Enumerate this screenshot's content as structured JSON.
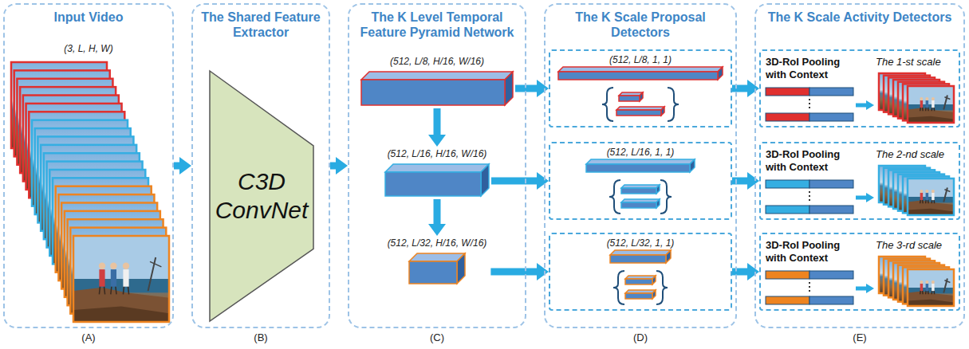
{
  "diagram": {
    "nodes": [
      {
        "text": [
          "Input Video"
        ]
      },
      {
        "text": [
          "The Shared Feature Extractor"
        ]
      },
      {
        "text": [
          "C3D ConvNet"
        ],
        "in": 1
      },
      {
        "text": [
          "The K Level Temporal Feature Pyramid Network"
        ]
      },
      {
        "text": [
          "(512, L/8, H/16, W/16)"
        ],
        "in": 3
      },
      {
        "text": [
          "(512, L/16, H/16, W/16)"
        ],
        "in": 3
      },
      {
        "text": [
          "(512, L/32, H/16, W/16)"
        ],
        "in": 3
      },
      {
        "text": [
          "The K Scale Proposal Detectors"
        ]
      },
      {
        "text": [
          "(512, L/8, 1, 1)"
        ],
        "in": 7
      },
      {
        "text": [
          "(512, L/16, 1, 1)"
        ],
        "in": 7
      },
      {
        "text": [
          "(512, L/32, 1, 1)"
        ],
        "in": 7
      },
      {
        "text": [
          "The K Scale Activity Detectors"
        ]
      },
      {
        "text": [
          "3D-RoI Pooling with Context",
          "The 1-st scale"
        ],
        "in": 11
      },
      {
        "text": [
          "3D-RoI Pooling with Context",
          "The 2-nd scale"
        ],
        "in": 11
      },
      {
        "text": [
          "3D-RoI Pooling with Context",
          "The 3-rd scale"
        ],
        "in": 11
      }
    ],
    "edges": [
      {
        "from": 0,
        "to": 1,
        "arrow": "to"
      },
      {
        "from": 1,
        "to": 3,
        "arrow": "to"
      },
      {
        "from": 4,
        "to": 5,
        "arrow": "to"
      },
      {
        "from": 5,
        "to": 6,
        "arrow": "to"
      },
      {
        "from": 4,
        "to": 8,
        "arrow": "to"
      },
      {
        "from": 5,
        "to": 9,
        "arrow": "to"
      },
      {
        "from": 6,
        "to": 10,
        "arrow": "to"
      },
      {
        "from": 8,
        "to": 12,
        "arrow": "to"
      },
      {
        "from": 9,
        "to": 13,
        "arrow": "to"
      },
      {
        "from": 10,
        "to": 14,
        "arrow": "to"
      }
    ],
    "labels": [
      "(3, L, H, W)",
      "(A)",
      "(B)",
      "(C)",
      "(D)",
      "(E)"
    ]
  }
}
